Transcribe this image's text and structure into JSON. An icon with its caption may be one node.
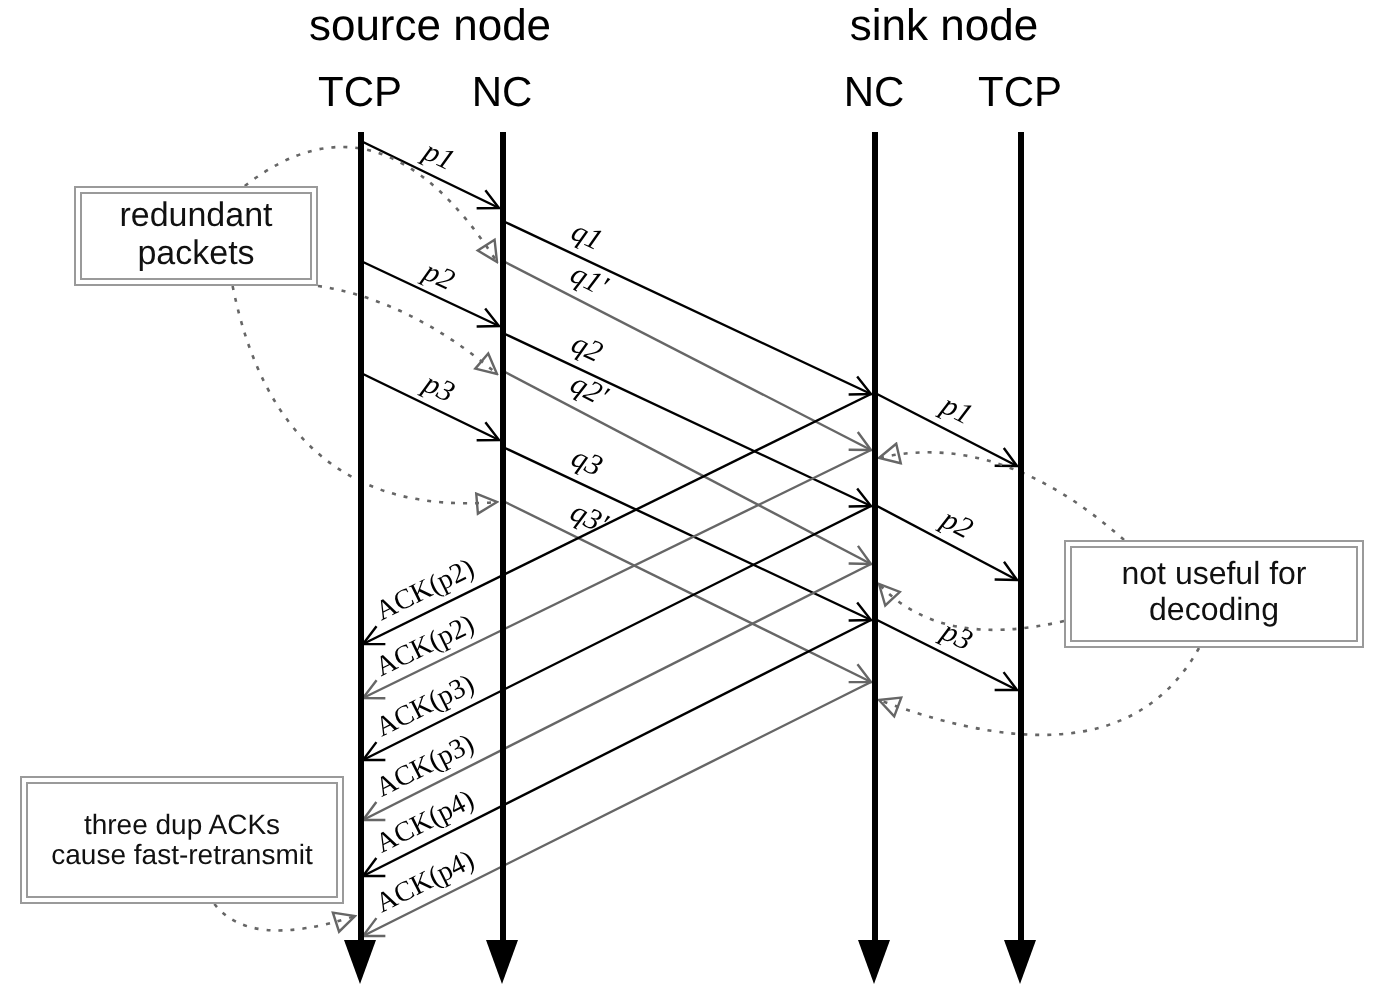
{
  "diagram": {
    "nodes": [
      {
        "text": [],
        "shape": "bar",
        "beside": [
          "TCP"
        ]
      },
      {
        "text": [],
        "shape": "bar",
        "beside": [
          "NC"
        ]
      },
      {
        "text": [],
        "shape": "bar",
        "beside": [
          "NC"
        ]
      },
      {
        "text": [],
        "shape": "bar",
        "beside": [
          "TCP"
        ]
      },
      {
        "text": [
          "redundant packets"
        ]
      },
      {
        "text": [
          "not useful for decoding"
        ]
      },
      {
        "text": [
          "three dup ACKs cause fast-retransmit"
        ]
      }
    ],
    "edges": [
      {
        "from": 0,
        "to": 1,
        "arrow": "to",
        "label": "p1",
        "color": "#000000"
      },
      {
        "from": 1,
        "to": 2,
        "arrow": "to",
        "label": "q1",
        "color": "#000000"
      },
      {
        "from": 1,
        "to": 2,
        "arrow": "to",
        "label": "q1'",
        "color": "#666666"
      },
      {
        "from": 0,
        "to": 1,
        "arrow": "to",
        "label": "p2",
        "color": "#000000"
      },
      {
        "from": 1,
        "to": 2,
        "arrow": "to",
        "label": "q2",
        "color": "#000000"
      },
      {
        "from": 1,
        "to": 2,
        "arrow": "to",
        "label": "q2'",
        "color": "#666666"
      },
      {
        "from": 0,
        "to": 1,
        "arrow": "to",
        "label": "p3",
        "color": "#000000"
      },
      {
        "from": 1,
        "to": 2,
        "arrow": "to",
        "label": "q3",
        "color": "#000000"
      },
      {
        "from": 1,
        "to": 2,
        "arrow": "to",
        "label": "q3'",
        "color": "#666666"
      },
      {
        "from": 2,
        "to": 3,
        "arrow": "to",
        "label": "p1",
        "color": "#000000"
      },
      {
        "from": 2,
        "to": 3,
        "arrow": "to",
        "label": "p2",
        "color": "#000000"
      },
      {
        "from": 2,
        "to": 3,
        "arrow": "to",
        "label": "p3",
        "color": "#000000"
      },
      {
        "from": 2,
        "to": 0,
        "arrow": "to",
        "label": "ACK(p2)",
        "color": "#000000"
      },
      {
        "from": 2,
        "to": 0,
        "arrow": "to",
        "label": "ACK(p2)",
        "color": "#666666"
      },
      {
        "from": 2,
        "to": 0,
        "arrow": "to",
        "label": "ACK(p3)",
        "color": "#000000"
      },
      {
        "from": 2,
        "to": 0,
        "arrow": "to",
        "label": "ACK(p3)",
        "color": "#666666"
      },
      {
        "from": 2,
        "to": 0,
        "arrow": "to",
        "label": "ACK(p4)",
        "color": "#000000"
      },
      {
        "from": 2,
        "to": 0,
        "arrow": "to",
        "label": "ACK(p4)",
        "color": "#666666"
      },
      {
        "from": 4,
        "to": 1,
        "arrow": "to",
        "style": "dashed",
        "color": "#666666"
      },
      {
        "from": 4,
        "to": 1,
        "arrow": "to",
        "style": "dashed",
        "color": "#666666"
      },
      {
        "from": 4,
        "to": 1,
        "arrow": "to",
        "style": "dashed",
        "color": "#666666"
      },
      {
        "from": 5,
        "to": 2,
        "arrow": "to",
        "style": "dashed",
        "color": "#666666"
      },
      {
        "from": 5,
        "to": 2,
        "arrow": "to",
        "style": "dashed",
        "color": "#666666"
      },
      {
        "from": 5,
        "to": 2,
        "arrow": "to",
        "style": "dashed",
        "color": "#666666"
      },
      {
        "from": 6,
        "to": 0,
        "arrow": "to",
        "style": "dashed",
        "color": "#666666"
      }
    ],
    "labels": [
      "source node",
      "sink node"
    ]
  }
}
